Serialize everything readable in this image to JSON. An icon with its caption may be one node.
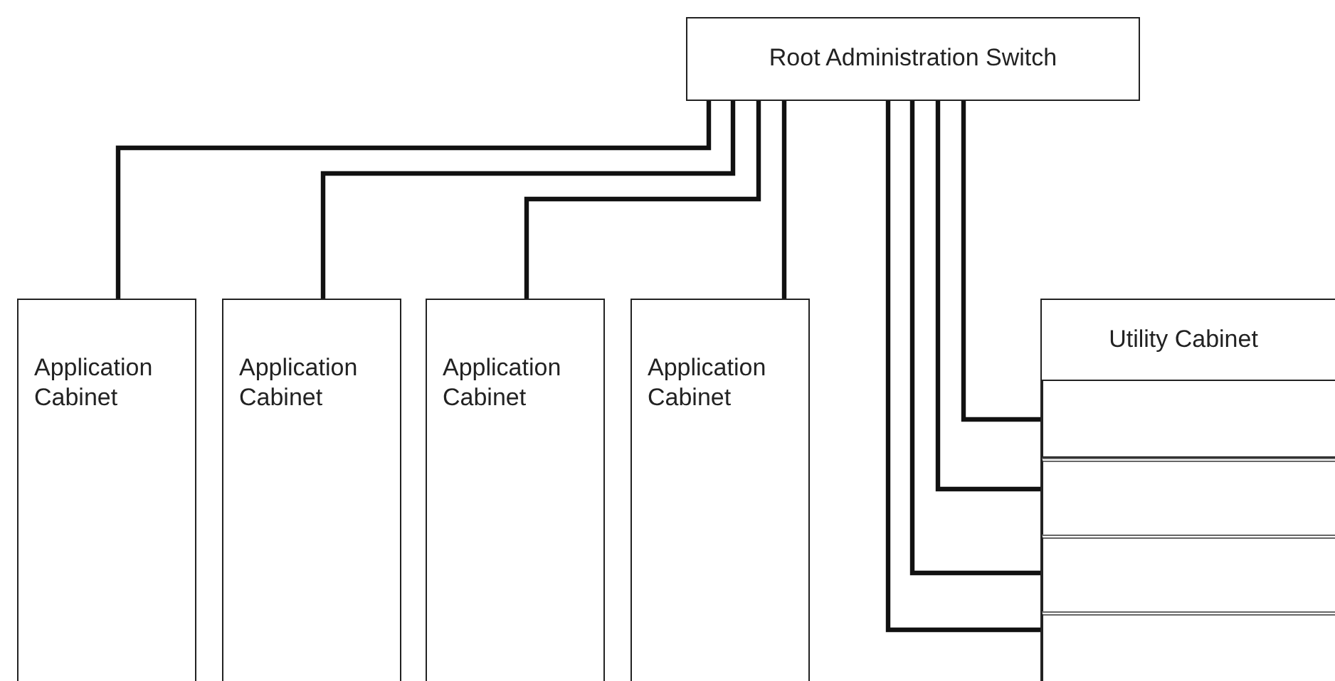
{
  "diagram": {
    "nodes": [
      {
        "text": [
          "Root Administration Switch"
        ]
      },
      {
        "text": [
          "Application Cabinet"
        ]
      },
      {
        "text": [
          "Application Cabinet"
        ]
      },
      {
        "text": [
          "Application Cabinet"
        ]
      },
      {
        "text": [
          "Application Cabinet"
        ]
      },
      {
        "text": [
          "Utility Cabinet"
        ]
      },
      {
        "text": [],
        "shape": "box",
        "in": 5
      },
      {
        "text": [],
        "shape": "box",
        "in": 5
      },
      {
        "text": [],
        "shape": "box",
        "in": 5
      },
      {
        "text": [],
        "shape": "box",
        "in": 5
      }
    ],
    "edges": [
      {
        "from": 0,
        "to": 1,
        "arrow": "none"
      },
      {
        "from": 0,
        "to": 2,
        "arrow": "none"
      },
      {
        "from": 0,
        "to": 3,
        "arrow": "none"
      },
      {
        "from": 0,
        "to": 4,
        "arrow": "none"
      },
      {
        "from": 0,
        "to": 6,
        "arrow": "none"
      },
      {
        "from": 0,
        "to": 7,
        "arrow": "none"
      },
      {
        "from": 0,
        "to": 8,
        "arrow": "none"
      },
      {
        "from": 0,
        "to": 9,
        "arrow": "none"
      }
    ]
  }
}
